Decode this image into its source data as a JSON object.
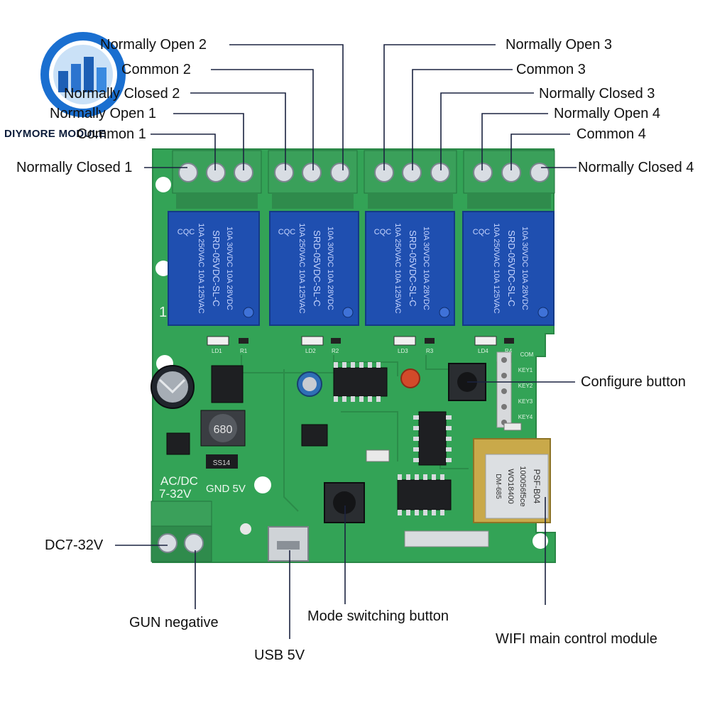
{
  "brand": {
    "name": "DIYMORE MODULE"
  },
  "labels": {
    "no2": "Normally Open 2",
    "com2": "Common 2",
    "nc2": "Normally Closed 2",
    "no1": "Normally Open 1",
    "com1": "Common 1",
    "nc1": "Normally Closed 1",
    "no3": "Normally Open 3",
    "com3": "Common 3",
    "nc3": "Normally Closed 3",
    "no4": "Normally Open 4",
    "com4": "Common 4",
    "nc4": "Normally Closed 4",
    "configure": "Configure button",
    "dc": "DC7-32V",
    "gun": "GUN negative",
    "usb": "USB 5V",
    "mode": "Mode switching button",
    "wifi": "WIFI main control module"
  },
  "board": {
    "relay_model": "SRD-05VDC-SL-C",
    "relay_rating_1": "10A 250VAC 10A 125VAC",
    "relay_rating_2": "10A 30VDC 10A 28VDC",
    "relay_cert": "CQC",
    "silk_power": "AC/DC",
    "silk_voltage": "7-32V",
    "silk_gnd": "GND 5V",
    "silk_one": "1",
    "silk_com": "COM",
    "silk_keys": [
      "KEY1",
      "KEY2",
      "KEY3",
      "KEY4"
    ],
    "inductor_code": "680",
    "diode_code": "SS14",
    "led_labels": [
      "LD1",
      "LD2",
      "LD3",
      "LD4"
    ],
    "res_labels": [
      "R1",
      "R2",
      "R3",
      "R4"
    ],
    "module_text": [
      "PSF-B04",
      "100056f5ce",
      "WO18400",
      "DM-685"
    ]
  },
  "colors": {
    "pcb": "#33a356",
    "pcb_dark": "#248440",
    "terminal": "#3aa05a",
    "relay": "#1f4fb0",
    "leader": "#1b2340"
  }
}
